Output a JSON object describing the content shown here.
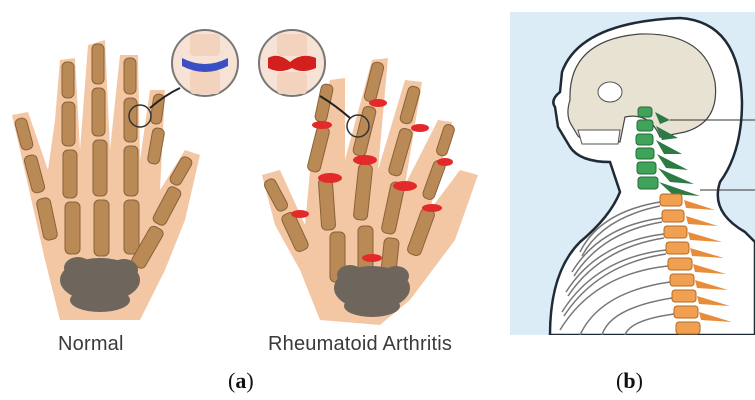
{
  "panel_a": {
    "label_normal": "Normal",
    "label_ra": "Rheumatoid Arthritis",
    "caption_open": "(",
    "caption_letter": "a",
    "caption_close": ")"
  },
  "panel_b": {
    "caption_open": "(",
    "caption_letter": "b",
    "caption_close": ")"
  },
  "colors": {
    "skin": "#f3c7a4",
    "bone": "#b98a55",
    "carpal": "#6e655c",
    "normal_cartilage": "#3a4fc4",
    "inflamed_joint": "#e32a2a",
    "cervical_spine": "#3fa35a",
    "thoracic_spine": "#f0a050",
    "panel_b_background": "#dcecf7"
  }
}
